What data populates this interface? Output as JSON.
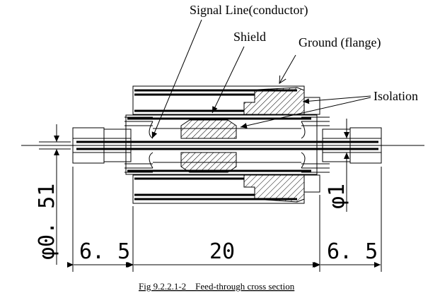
{
  "labels": {
    "signal_line": "Signal Line(conductor)",
    "shield": "Shield",
    "ground": "Ground (flange)",
    "isolation": "Isolation"
  },
  "dimensions": {
    "left": "6. 5",
    "middle": "20",
    "right": "6. 5",
    "diameter_small": "φ0. 51",
    "diameter_large": "φ1"
  },
  "caption": "Fig 9.2.2.1-2　Feed-through cross section"
}
